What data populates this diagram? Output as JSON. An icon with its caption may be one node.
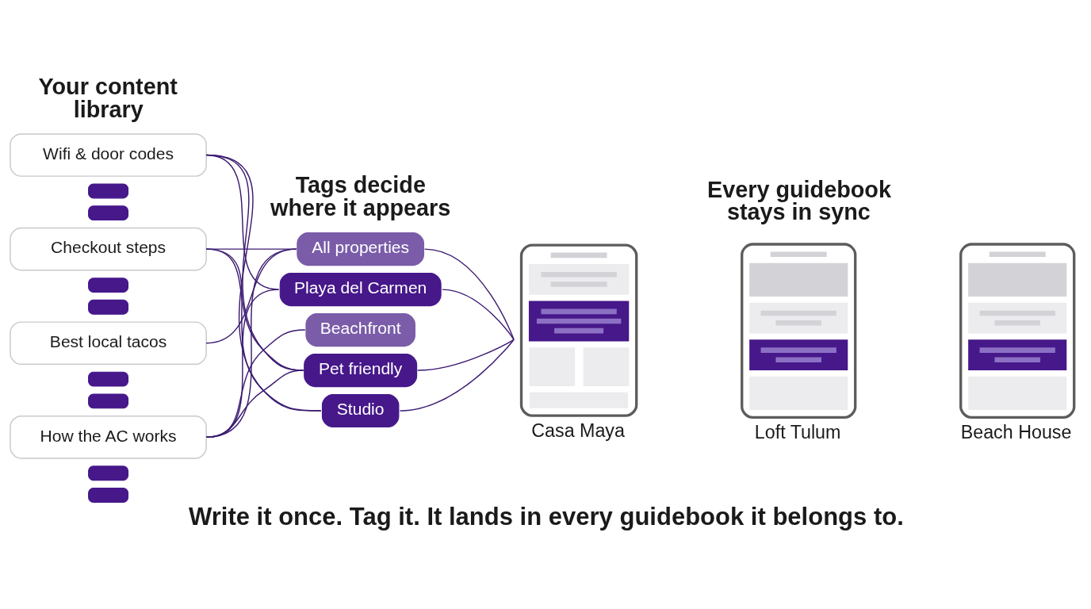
{
  "diagram": {
    "caption": "Write it once. Tag it. It lands in every guidebook it belongs to.",
    "nodes": [
      {
        "text": [
          "Wifi & door codes"
        ]
      },
      {
        "text": [],
        "shape": "bar"
      },
      {
        "text": [],
        "shape": "bar"
      },
      {
        "text": [
          "Checkout steps"
        ]
      },
      {
        "text": [],
        "shape": "bar"
      },
      {
        "text": [],
        "shape": "bar"
      },
      {
        "text": [
          "Best local tacos"
        ]
      },
      {
        "text": [],
        "shape": "bar"
      },
      {
        "text": [],
        "shape": "bar"
      },
      {
        "text": [
          "How the AC works"
        ]
      },
      {
        "text": [],
        "shape": "bar"
      },
      {
        "text": [],
        "shape": "bar"
      },
      {
        "text": [
          "All properties"
        ]
      },
      {
        "text": [
          "Playa del Carmen"
        ]
      },
      {
        "text": [
          "Beachfront"
        ]
      },
      {
        "text": [
          "Pet friendly"
        ]
      },
      {
        "text": [
          "Studio"
        ]
      },
      {
        "text": [
          "Casa Maya"
        ]
      },
      {
        "text": [
          "Loft Tulum"
        ]
      },
      {
        "text": [
          "Beach House"
        ]
      }
    ],
    "edges": [
      {
        "from": 0,
        "to": 13,
        "arrow": "none"
      },
      {
        "from": 0,
        "to": 15,
        "arrow": "none"
      },
      {
        "from": 0,
        "to": 16,
        "arrow": "none"
      },
      {
        "from": 3,
        "to": 12,
        "arrow": "none"
      },
      {
        "from": 3,
        "to": 15,
        "arrow": "none"
      },
      {
        "from": 3,
        "to": 16,
        "arrow": "none"
      },
      {
        "from": 6,
        "to": 12,
        "arrow": "none"
      },
      {
        "from": 9,
        "to": 12,
        "arrow": "none"
      },
      {
        "from": 9,
        "to": 13,
        "arrow": "none"
      },
      {
        "from": 9,
        "to": 14,
        "arrow": "none"
      },
      {
        "from": 9,
        "to": 15,
        "arrow": "none"
      },
      {
        "from": 12,
        "to": 17,
        "arrow": "none"
      },
      {
        "from": 13,
        "to": 17,
        "arrow": "none"
      },
      {
        "from": 15,
        "to": 17,
        "arrow": "none"
      },
      {
        "from": 16,
        "to": 17,
        "arrow": "none"
      }
    ],
    "labels": [
      "Your content library",
      "Tags decide where it appears",
      "Every guidebook stays in sync"
    ]
  }
}
